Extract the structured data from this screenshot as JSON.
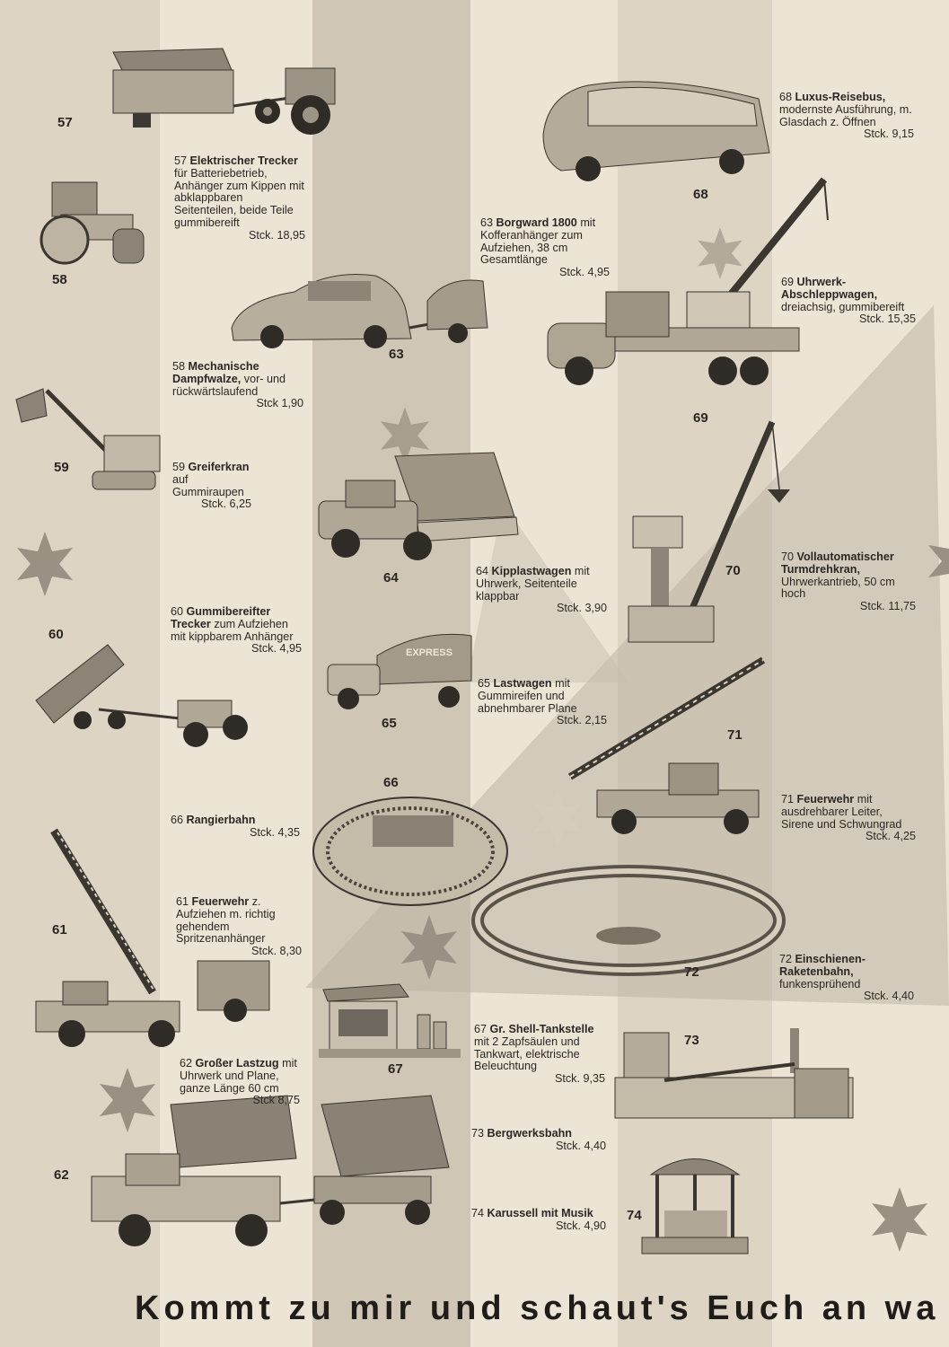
{
  "headline": "Kommt zu mir und schaut's Euch an wa",
  "items": [
    {
      "num": "57",
      "pre": "57",
      "name": "Elektrischer Trecker",
      "text": "für Batteriebetrieb, Anhänger zum Kippen mit abklappbaren Seitenteilen, beide Teile gummibereift",
      "price": "Stck. 18,95"
    },
    {
      "num": "58",
      "pre": "58",
      "name": "Mechanische Dampfwalze,",
      "text": "vor- und rückwärtslaufend",
      "price": "Stck 1,90"
    },
    {
      "num": "59",
      "pre": "59",
      "name": "Greiferkran",
      "text": "auf Gummiraupen",
      "price": "Stck. 6,25"
    },
    {
      "num": "60",
      "pre": "60",
      "name": "Gummibereifter Trecker",
      "text": "zum Aufziehen mit kippbarem Anhänger",
      "price": "Stck. 4,95"
    },
    {
      "num": "61",
      "pre": "61",
      "name": "Feuerwehr",
      "text": "z. Aufziehen m. richtig gehendem Spritzenanhänger",
      "price": "Stck. 8,30"
    },
    {
      "num": "62",
      "pre": "62",
      "name": "Großer Lastzug",
      "text": "mit Uhrwerk und Plane, ganze Länge 60 cm",
      "price": "Stck 8,75"
    },
    {
      "num": "63",
      "pre": "63",
      "name": "Borgward 1800",
      "text": "mit Kofferanhänger zum Aufziehen, 38 cm Gesamtlänge",
      "price": "Stck. 4,95"
    },
    {
      "num": "64",
      "pre": "64",
      "name": "Kipplastwagen",
      "text": "mit Uhrwerk, Seitenteile klappbar",
      "price": "Stck. 3,90"
    },
    {
      "num": "65",
      "pre": "65",
      "name": "Lastwagen",
      "text": "mit Gummireifen und abnehmbarer Plane",
      "price": "Stck. 2,15"
    },
    {
      "num": "66",
      "pre": "66",
      "name": "Rangierbahn",
      "text": "",
      "price": "Stck. 4,35"
    },
    {
      "num": "67",
      "pre": "67",
      "name": "Gr. Shell-Tankstelle",
      "text": "mit 2 Zapfsäulen und Tankwart, elektrische Beleuchtung",
      "price": "Stck. 9,35"
    },
    {
      "num": "68",
      "pre": "68",
      "name": "Luxus-Reisebus,",
      "text": "modernste Ausführung, m. Glasdach z. Öffnen",
      "price": "Stck. 9,15"
    },
    {
      "num": "69",
      "pre": "69",
      "name": "Uhrwerk-Abschleppwagen,",
      "text": "dreiachsig, gummibereift",
      "price": "Stck. 15,35"
    },
    {
      "num": "70",
      "pre": "70",
      "name": "Vollautomatischer Turmdrehkran,",
      "text": "Uhrwerkantrieb, 50 cm hoch",
      "price": "Stck. 11,75"
    },
    {
      "num": "71",
      "pre": "71",
      "name": "Feuerwehr",
      "text": "mit ausdrehbarer Leiter, Sirene und Schwungrad",
      "price": "Stck. 4,25"
    },
    {
      "num": "72",
      "pre": "72",
      "name": "Einschienen-Raketenbahn,",
      "text": "funkensprühend",
      "price": "Stck. 4,40"
    },
    {
      "num": "73",
      "pre": "73",
      "name": "Bergwerksbahn",
      "text": "",
      "price": "Stck. 4,40"
    },
    {
      "num": "74",
      "pre": "74",
      "name": "Karussell mit Musik",
      "text": "",
      "price": "Stck. 4,90"
    }
  ],
  "truck_label": "EXPRESS",
  "colors": {
    "paper_light": "#ece5d6",
    "paper_mid": "#ddd4c4",
    "paper_dark": "#cfc6b5",
    "star": "#9a9184",
    "ink": "#262320"
  }
}
